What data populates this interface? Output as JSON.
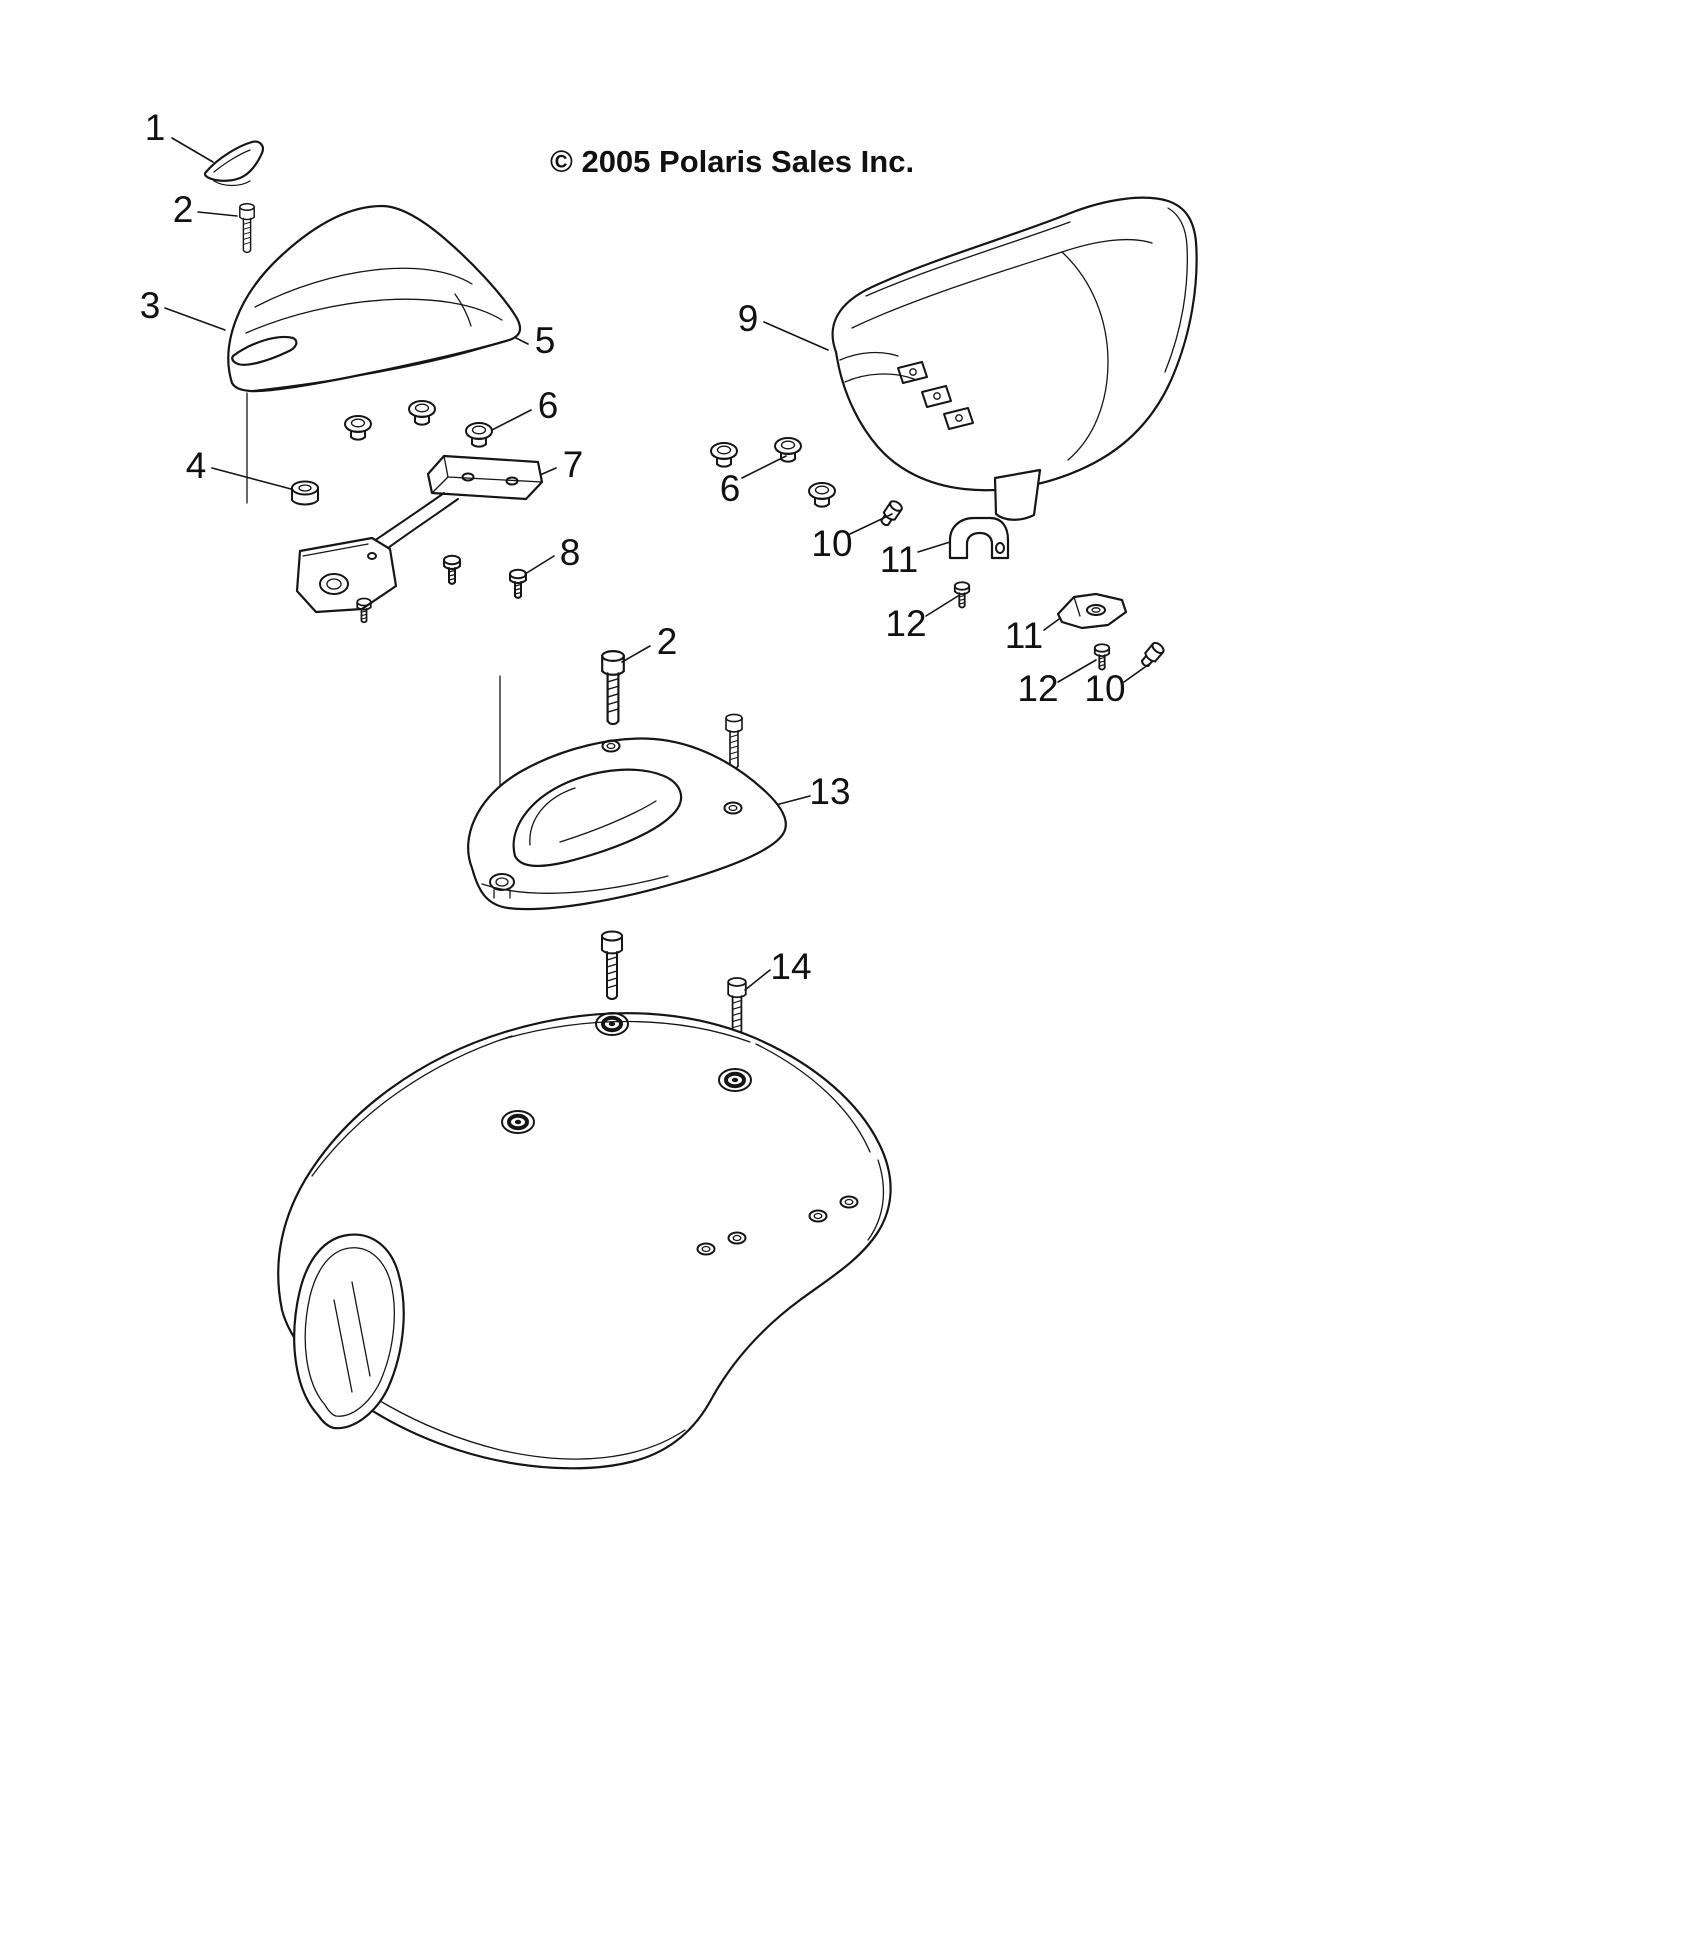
{
  "page": {
    "background": "#ffffff",
    "line_color": "#151515",
    "copyright": "© 2005 Polaris Sales Inc."
  },
  "callouts": [
    {
      "label": "1"
    },
    {
      "label": "2"
    },
    {
      "label": "3"
    },
    {
      "label": "5"
    },
    {
      "label": "6"
    },
    {
      "label": "4"
    },
    {
      "label": "7"
    },
    {
      "label": "8"
    },
    {
      "label": "9"
    },
    {
      "label": "6"
    },
    {
      "label": "10"
    },
    {
      "label": "11"
    },
    {
      "label": "12"
    },
    {
      "label": "11"
    },
    {
      "label": "12"
    },
    {
      "label": "10"
    },
    {
      "label": "2"
    },
    {
      "label": "13"
    },
    {
      "label": "14"
    }
  ]
}
